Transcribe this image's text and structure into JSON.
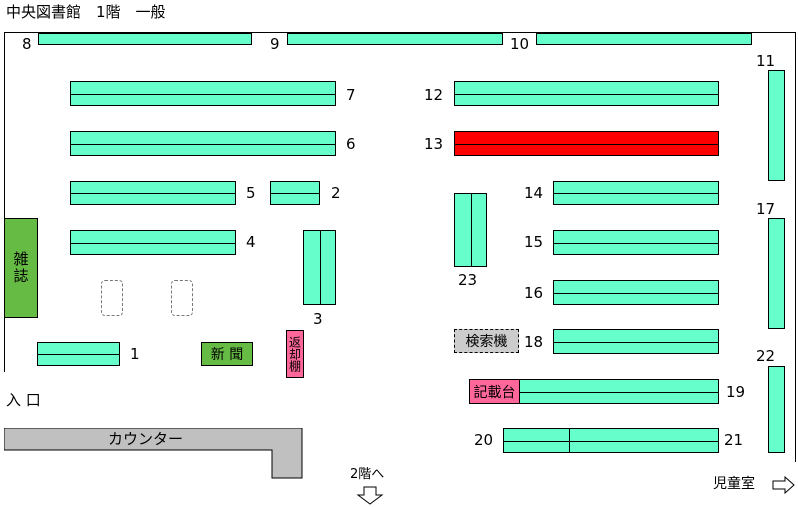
{
  "title": "中央図書館　1階　一般",
  "entrance_label": "入 口",
  "counter_label": "カウンター",
  "stairs_label": "2階へ",
  "children_room_label": "児童室",
  "magazine_label": "雑誌",
  "newspaper_label": "新 聞",
  "return_shelf_label": "返却棚",
  "search_terminal_label": "検索機",
  "writing_desk_label": "記載台",
  "highlighted_shelf": "13",
  "colors": {
    "shelf": "#66ffcc",
    "highlight": "#ff0000",
    "magazine": "#66bb44",
    "return_shelf": "#ff6699",
    "counter": "#c0c0c0",
    "search_terminal": "#cccccc"
  },
  "shelves": {
    "s1": "1",
    "s2": "2",
    "s3": "3",
    "s4": "4",
    "s5": "5",
    "s6": "6",
    "s7": "7",
    "s8": "8",
    "s9": "9",
    "s10": "10",
    "s11": "11",
    "s12": "12",
    "s13": "13",
    "s14": "14",
    "s15": "15",
    "s16": "16",
    "s17": "17",
    "s18": "18",
    "s19": "19",
    "s20": "20",
    "s21": "21",
    "s22": "22",
    "s23": "23"
  }
}
